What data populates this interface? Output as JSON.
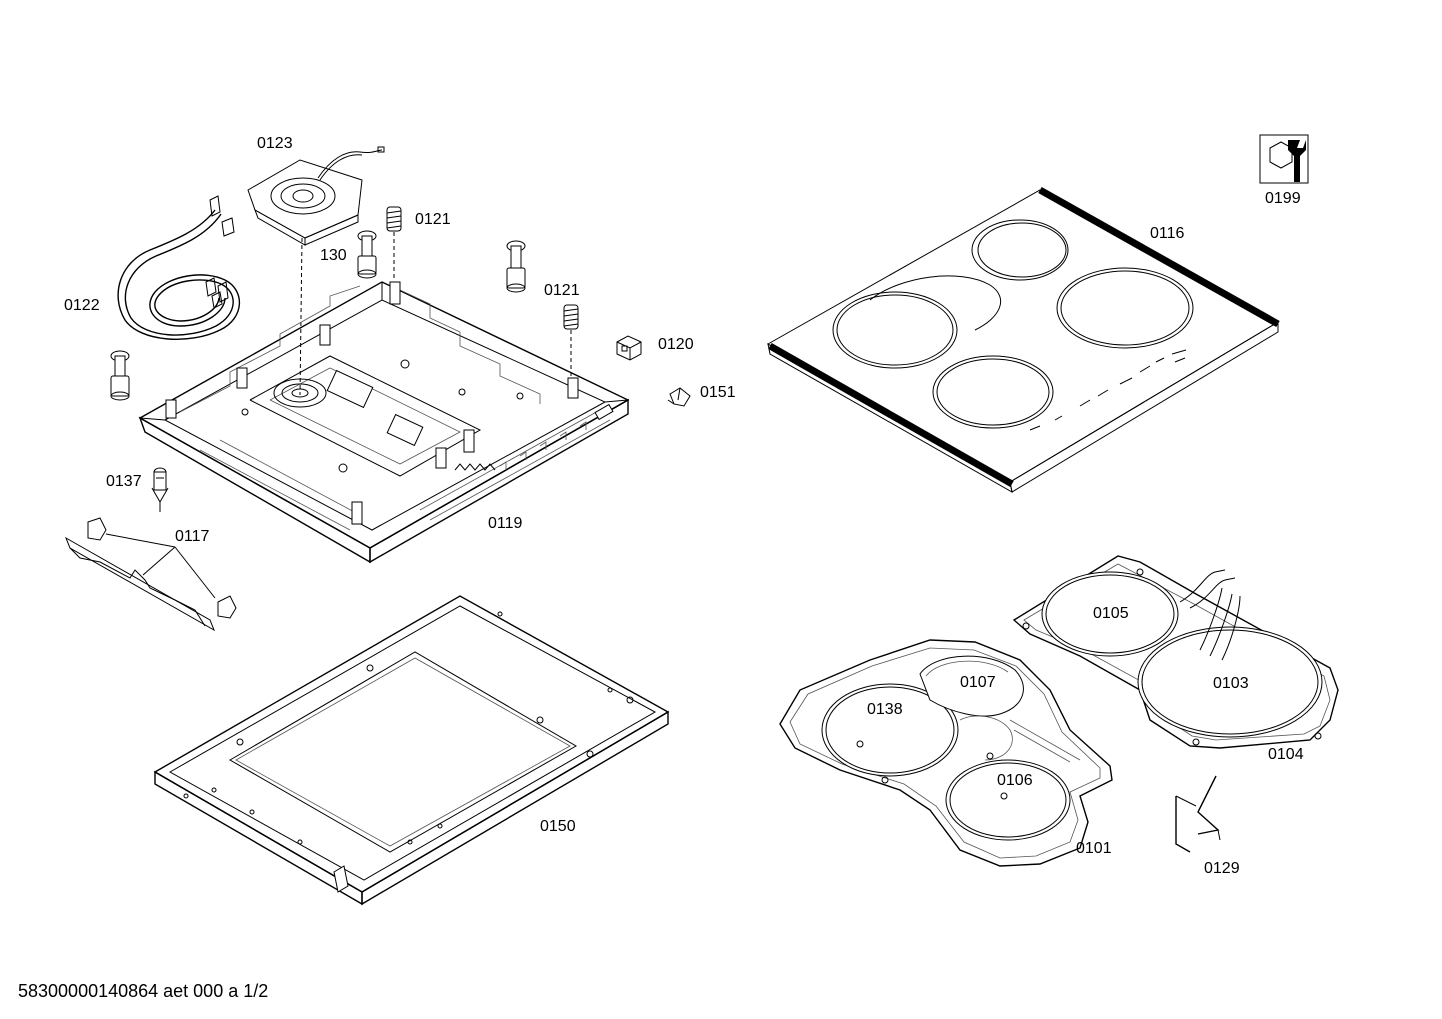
{
  "labels": {
    "p0123": "0123",
    "p0121a": "0121",
    "p130": "130",
    "p0121b": "0121",
    "p0122": "0122",
    "p0120": "0120",
    "p0151": "0151",
    "p0137": "0137",
    "p0117": "0117",
    "p0119": "0119",
    "p0150": "0150",
    "p0116": "0116",
    "p0199": "0199",
    "p0105": "0105",
    "p0103": "0103",
    "p0107": "0107",
    "p0138": "0138",
    "p0104": "0104",
    "p0106": "0106",
    "p0101": "0101",
    "p0129": "0129"
  },
  "footer": {
    "document_id": "58300000140864 aet 000 a 1/2"
  },
  "icons": {
    "service_kit": "wrench-nut-icon"
  },
  "colors": {
    "line": "#000000",
    "background": "#ffffff"
  }
}
